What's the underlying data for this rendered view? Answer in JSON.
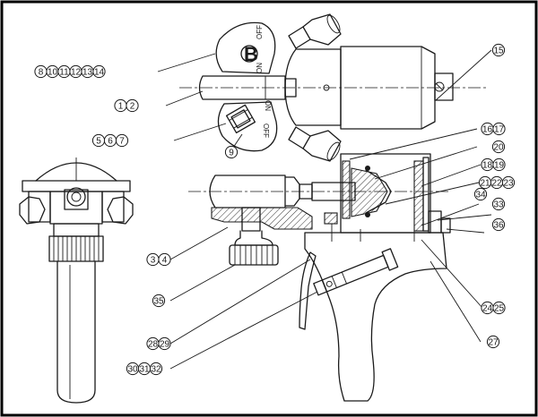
{
  "valve_engraving": {
    "upper_letter": "B",
    "upper_on": "ON",
    "upper_off": "OFF",
    "lower_on": "ON",
    "lower_off": "OFF"
  },
  "callouts": [
    {
      "id": "c-8-14",
      "numbers": [
        "8",
        "10",
        "11",
        "12",
        "13",
        "14"
      ]
    },
    {
      "id": "c-1-2",
      "numbers": [
        "1",
        "2"
      ]
    },
    {
      "id": "c-5-7",
      "numbers": [
        "5",
        "6",
        "7"
      ]
    },
    {
      "id": "c-9",
      "numbers": [
        "9"
      ]
    },
    {
      "id": "c-15",
      "numbers": [
        "15"
      ]
    },
    {
      "id": "c-16-17",
      "numbers": [
        "16",
        "17"
      ]
    },
    {
      "id": "c-20",
      "numbers": [
        "20"
      ]
    },
    {
      "id": "c-18-19",
      "numbers": [
        "18",
        "19"
      ]
    },
    {
      "id": "c-21-23",
      "numbers": [
        "21",
        "22",
        "23"
      ]
    },
    {
      "id": "c-33",
      "numbers": [
        "33"
      ]
    },
    {
      "id": "c-34",
      "numbers": [
        "34"
      ]
    },
    {
      "id": "c-36",
      "numbers": [
        "36"
      ]
    },
    {
      "id": "c-3-4",
      "numbers": [
        "3",
        "4"
      ]
    },
    {
      "id": "c-35",
      "numbers": [
        "35"
      ]
    },
    {
      "id": "c-24-25",
      "numbers": [
        "24",
        "25"
      ]
    },
    {
      "id": "c-27",
      "numbers": [
        "27"
      ]
    },
    {
      "id": "c-28-29",
      "numbers": [
        "28",
        "29"
      ]
    },
    {
      "id": "c-30-32",
      "numbers": [
        "30",
        "31",
        "32"
      ]
    }
  ]
}
